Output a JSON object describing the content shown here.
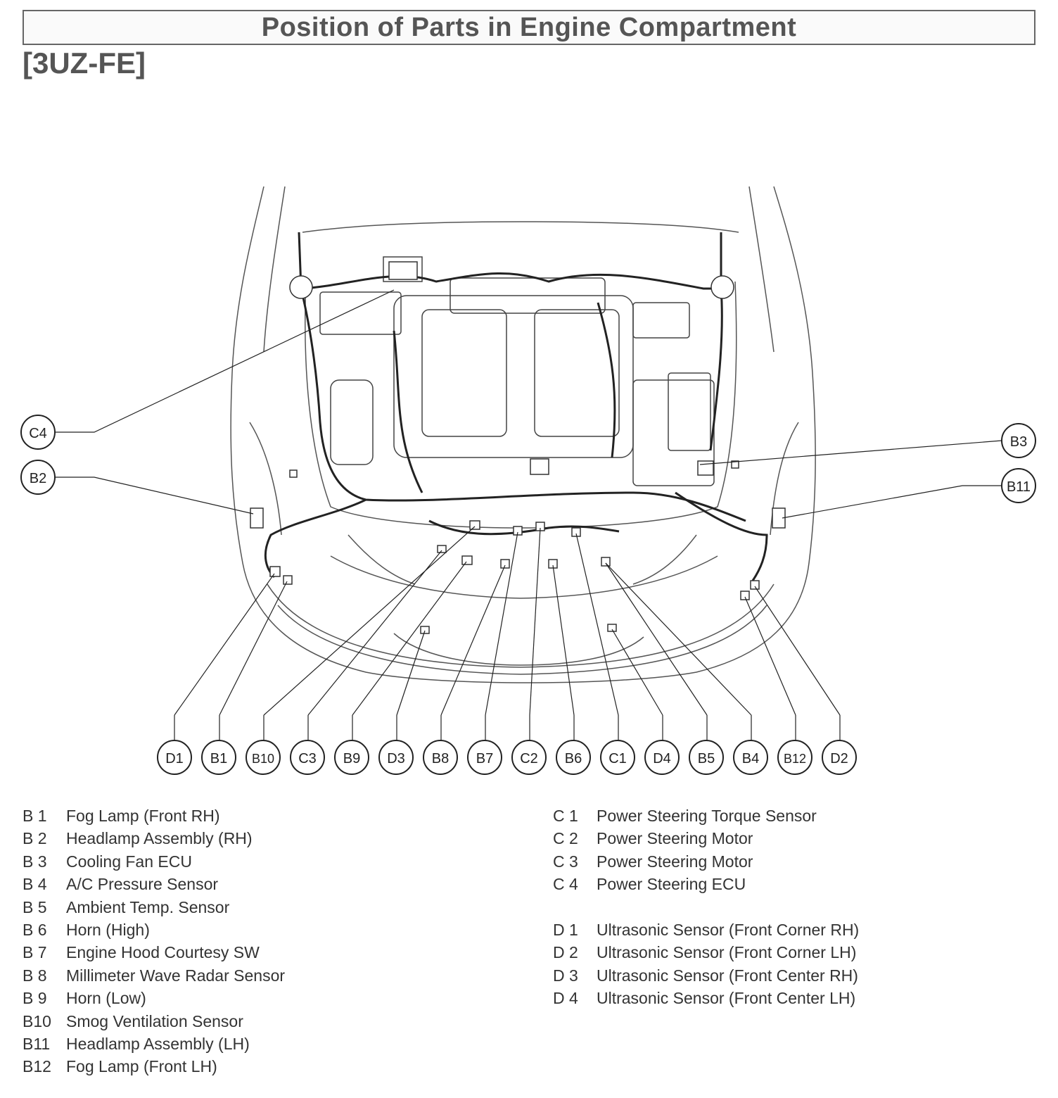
{
  "title": "Position of Parts in Engine Compartment",
  "engine_code": "[3UZ-FE]",
  "callouts_bottom": [
    "D1",
    "B1",
    "B10",
    "C3",
    "B9",
    "D3",
    "B8",
    "B7",
    "C2",
    "B6",
    "C1",
    "D4",
    "B5",
    "B4",
    "B12",
    "D2"
  ],
  "callouts_side": {
    "c4": "C4",
    "b2": "B2",
    "b3": "B3",
    "b11": "B11"
  },
  "legend_left": [
    {
      "code": "B  1",
      "name": "Fog Lamp (Front RH)"
    },
    {
      "code": "B  2",
      "name": "Headlamp Assembly (RH)"
    },
    {
      "code": "B  3",
      "name": "Cooling Fan ECU"
    },
    {
      "code": "B  4",
      "name": "A/C Pressure Sensor"
    },
    {
      "code": "B  5",
      "name": "Ambient Temp. Sensor"
    },
    {
      "code": "B  6",
      "name": "Horn (High)"
    },
    {
      "code": "B  7",
      "name": "Engine Hood Courtesy SW"
    },
    {
      "code": "B  8",
      "name": "Millimeter Wave Radar Sensor"
    },
    {
      "code": "B  9",
      "name": "Horn (Low)"
    },
    {
      "code": "B10",
      "name": "Smog Ventilation Sensor"
    },
    {
      "code": "B11",
      "name": "Headlamp Assembly (LH)"
    },
    {
      "code": "B12",
      "name": "Fog Lamp (Front LH)"
    }
  ],
  "legend_right_c": [
    {
      "code": "C  1",
      "name": "Power Steering Torque Sensor"
    },
    {
      "code": "C  2",
      "name": "Power Steering Motor"
    },
    {
      "code": "C  3",
      "name": "Power Steering Motor"
    },
    {
      "code": "C  4",
      "name": "Power Steering ECU"
    }
  ],
  "legend_right_d": [
    {
      "code": "D  1",
      "name": "Ultrasonic Sensor (Front Corner RH)"
    },
    {
      "code": "D  2",
      "name": "Ultrasonic Sensor (Front Corner LH)"
    },
    {
      "code": "D  3",
      "name": "Ultrasonic Sensor (Front Center RH)"
    },
    {
      "code": "D  4",
      "name": "Ultrasonic Sensor (Front Center LH)"
    }
  ]
}
